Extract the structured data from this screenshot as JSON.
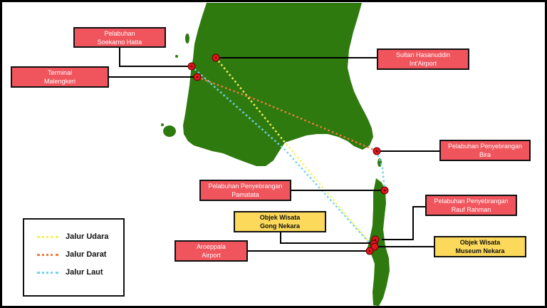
{
  "colors": {
    "background": "#ffffff",
    "frame": "#000000",
    "land": "#2f7a0e",
    "marker": "#e3161e",
    "callout_red": "#f0545c",
    "callout_yellow": "#fcd95b",
    "air_route": "#f2f25a",
    "land_route": "#ee7d3f",
    "sea_route": "#6fd4e8"
  },
  "callouts": {
    "soekarno_hatta": [
      "Pelabuhan",
      "Soekarno Hatta"
    ],
    "malengkeri": [
      "Terminal",
      "Malengkeri"
    ],
    "hasanuddin": [
      "Sultan Hasanuddin",
      "Int'Airport"
    ],
    "bira": [
      "Pelabuhan Penyebrangan",
      "Bira"
    ],
    "pamatata": [
      "Pelabuhan Penyebrangan",
      "Pamatata"
    ],
    "rauf_rahman": [
      "Pelabuhan Penyebrangan",
      "Rauf Rahman"
    ],
    "gong_nekara": [
      "Objek Wisata",
      "Gong Nekara"
    ],
    "aroeppala": [
      "Aroeppala",
      "Airport"
    ],
    "museum_nekara": [
      "Objek Wisata",
      "Museum Nekara"
    ]
  },
  "legend": [
    {
      "label": "Jalur Udara",
      "color": "#f2f25a"
    },
    {
      "label": "Jalur Darat",
      "color": "#ee7d3f"
    },
    {
      "label": "Jalur Laut",
      "color": "#6fd4e8"
    }
  ]
}
